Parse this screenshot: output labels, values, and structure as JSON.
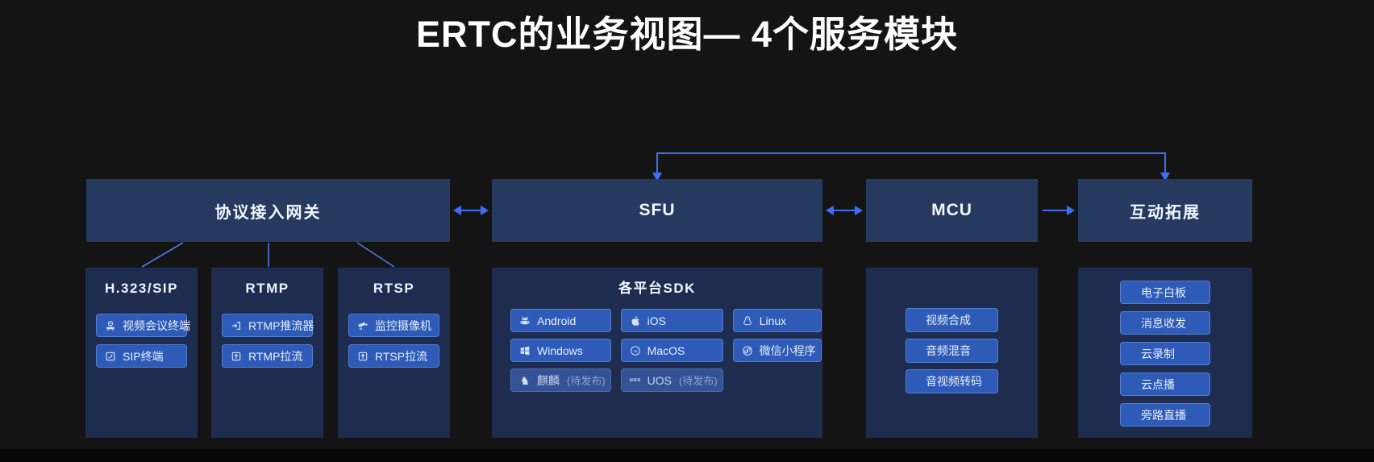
{
  "page": {
    "title": "ERTC的业务视图— 4个服务模块"
  },
  "colors": {
    "background": "#141414",
    "header_box": "#253a5e",
    "column_box": "#1e2c50",
    "button": "#2e5bb7",
    "connector_line": "#3f6ef5",
    "text": "#ffffff"
  },
  "modules": [
    {
      "label": "协议接入网关"
    },
    {
      "label": "SFU"
    },
    {
      "label": "MCU"
    },
    {
      "label": "互动拓展"
    }
  ],
  "gateway_columns": [
    {
      "title": "H.323/SIP",
      "items": [
        {
          "icon": "conference-camera-icon",
          "label": "视频会议终端"
        },
        {
          "icon": "sip-terminal-icon",
          "label": "SIP终端"
        }
      ]
    },
    {
      "title": "RTMP",
      "items": [
        {
          "icon": "push-stream-icon",
          "label": "RTMP推流器"
        },
        {
          "icon": "pull-stream-icon",
          "label": "RTMP拉流"
        }
      ]
    },
    {
      "title": "RTSP",
      "items": [
        {
          "icon": "cctv-camera-icon",
          "label": "监控摄像机"
        },
        {
          "icon": "pull-stream-icon",
          "label": "RTSP拉流"
        }
      ]
    }
  ],
  "sdk": {
    "title": "各平台SDK",
    "items": [
      {
        "icon": "android-icon",
        "label": "Android"
      },
      {
        "icon": "apple-icon",
        "label": "iOS"
      },
      {
        "icon": "linux-icon",
        "label": "Linux"
      },
      {
        "icon": "windows-icon",
        "label": "Windows"
      },
      {
        "icon": "macos-icon",
        "label": "MacOS"
      },
      {
        "icon": "wechat-miniprogram-icon",
        "label": "微信小程序"
      },
      {
        "icon": "kylin-icon",
        "label": "麒麟",
        "suffix": "(待发布)"
      },
      {
        "icon": "uos-icon",
        "label": "UOS",
        "suffix": "(待发布)"
      }
    ]
  },
  "mcu": {
    "items": [
      {
        "label": "视频合成"
      },
      {
        "label": "音频混音"
      },
      {
        "label": "音视频转码"
      }
    ]
  },
  "interactive": {
    "items": [
      {
        "label": "电子白板"
      },
      {
        "label": "消息收发"
      },
      {
        "label": "云录制"
      },
      {
        "label": "云点播"
      },
      {
        "label": "旁路直播"
      }
    ]
  },
  "icons": {
    "kylin_glyph": "♞",
    "uos_glyph": "uos"
  }
}
